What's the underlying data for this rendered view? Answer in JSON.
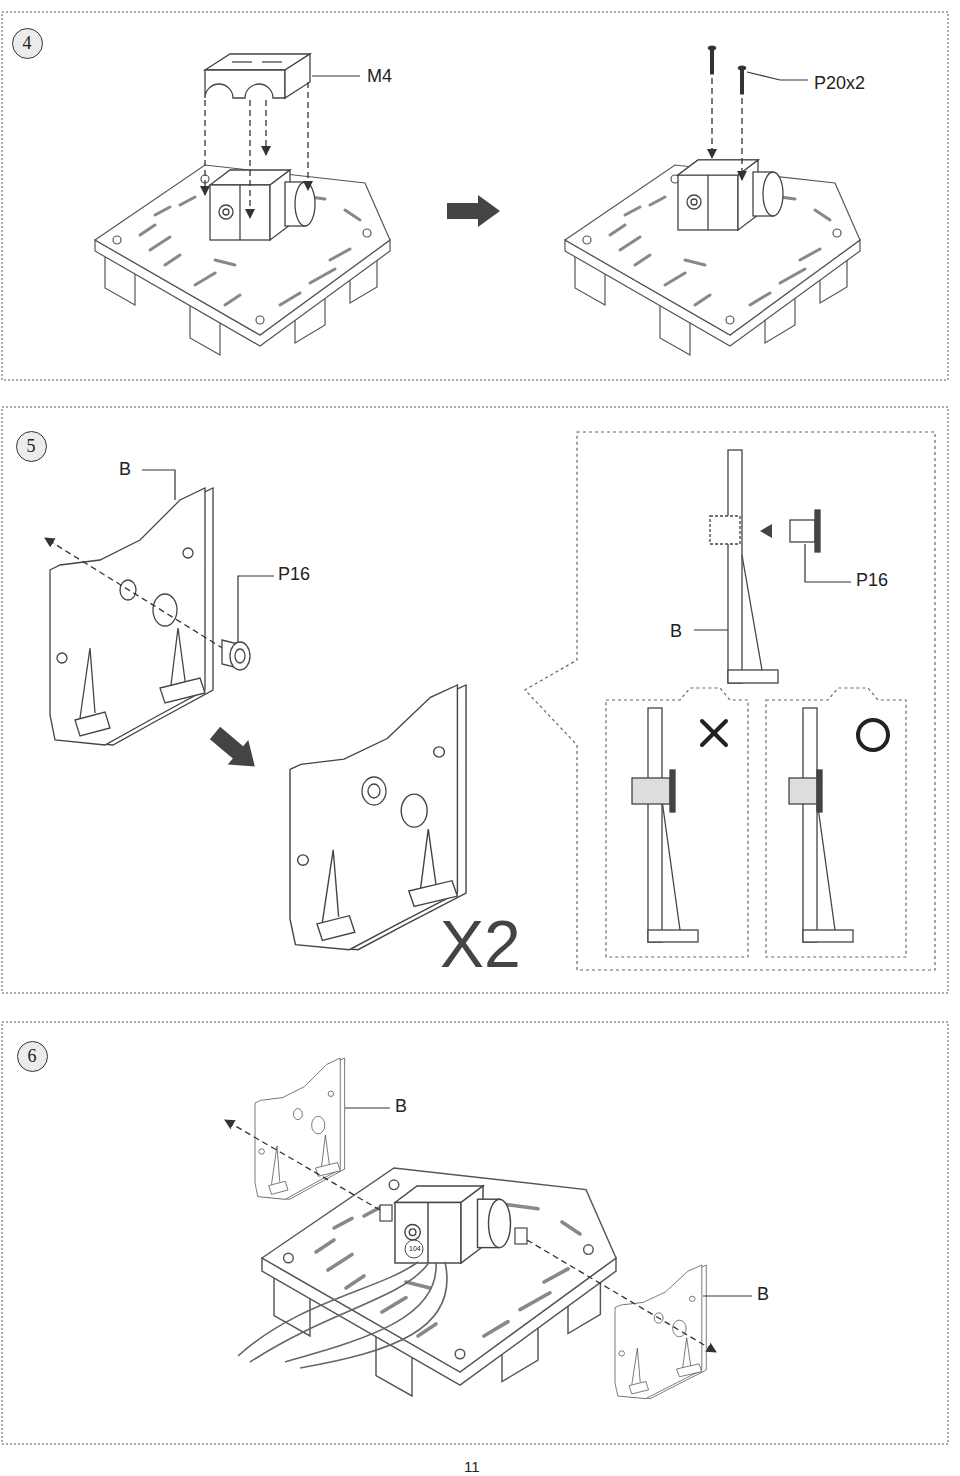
{
  "diagram": {
    "nodes": [
      {
        "text": [
          "4"
        ]
      },
      {
        "text": [
          "5"
        ]
      },
      {
        "text": [
          "6"
        ]
      }
    ],
    "labels": [
      "M4",
      "P20x2",
      "B",
      "P16",
      "P16",
      "B",
      "X2",
      "104",
      "B",
      "B",
      "11"
    ]
  }
}
